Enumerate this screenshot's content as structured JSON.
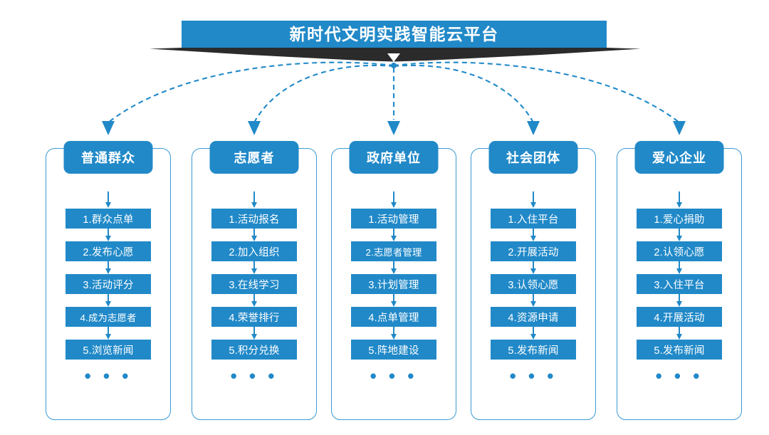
{
  "banner": {
    "title": "新时代文明实践智能云平台",
    "color": "#2189c8",
    "shadow_color": "#2b2b2b",
    "chevron_icon": "chevron-down-icon"
  },
  "theme": {
    "accent": "#2189c8",
    "outline": "#3b9ad4",
    "text_on_accent": "#ffffff",
    "background": "#ffffff"
  },
  "ellipsis_label": "• • •",
  "columns": [
    {
      "id": "general-public",
      "header": "普通群众",
      "items": [
        "1.群众点单",
        "2.发布心愿",
        "3.活动评分",
        "4.成为志愿者",
        "5.浏览新闻"
      ],
      "more": "• • •"
    },
    {
      "id": "volunteer",
      "header": "志愿者",
      "items": [
        "1.活动报名",
        "2.加入组织",
        "3.在线学习",
        "4.荣誉排行",
        "5.积分兑换"
      ],
      "more": "• • •"
    },
    {
      "id": "government-unit",
      "header": "政府单位",
      "items": [
        "1.活动管理",
        "2.志愿者管理",
        "3.计划管理",
        "4.点单管理",
        "5.阵地建设"
      ],
      "more": "• • •"
    },
    {
      "id": "social-group",
      "header": "社会团体",
      "items": [
        "1.入住平台",
        "2.开展活动",
        "3.认领心愿",
        "4.资源申请",
        "5.发布新闻"
      ],
      "more": "• • •"
    },
    {
      "id": "caring-enterprise",
      "header": "爱心企业",
      "items": [
        "1.爱心捐助",
        "2.认领心愿",
        "3.入住平台",
        "4.开展活动",
        "5.发布新闻"
      ],
      "more": "• • •"
    }
  ]
}
